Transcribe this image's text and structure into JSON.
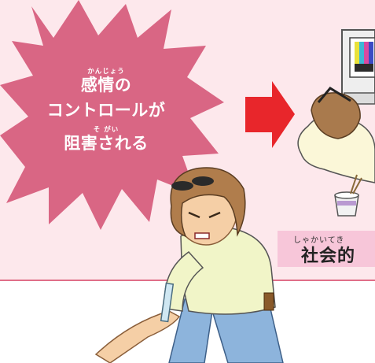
{
  "starburst": {
    "ruby1": "かんじょう",
    "line1": "感情の",
    "line2": "コントロールが",
    "ruby3": "そ がい",
    "line3": "阻害される"
  },
  "caption": {
    "ruby": "しゃかいてき",
    "text": "社会的"
  },
  "colors": {
    "panel_background": "#fde8ec",
    "starburst_fill": "#d96684",
    "arrow": "#e8262b",
    "caption_background": "#f7c6d9",
    "text_on_burst": "#ffffff"
  },
  "icons": [
    "starburst-shape",
    "right-arrow-icon",
    "computer-monitor-icon",
    "cup-noodle-icon"
  ]
}
